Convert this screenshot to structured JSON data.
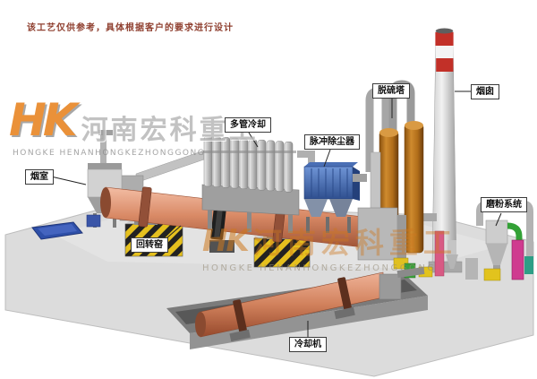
{
  "disclaimer": "该工艺仅供参考，具体根据客户的要求进行设计",
  "logo": {
    "monogram": "HK",
    "brand_cn": "河南宏科重工",
    "brand_en": "HONGKE HENANHONGKEZHONGGONG"
  },
  "watermark": {
    "monogram": "HK",
    "brand_cn": "河南宏科重工",
    "brand_en": "HONGKE HENANHONGKEZHONGGONG"
  },
  "labels": [
    {
      "id": "smoke-chamber",
      "text": "烟室"
    },
    {
      "id": "rotary-kiln",
      "text": "回转窑"
    },
    {
      "id": "multi-tube-cooling",
      "text": "多管冷却"
    },
    {
      "id": "pulse-dust-collector",
      "text": "脉冲除尘器"
    },
    {
      "id": "desulfurization-tower",
      "text": "脱硫塔"
    },
    {
      "id": "chimney",
      "text": "烟囱"
    },
    {
      "id": "grinding-system",
      "text": "磨粉系统"
    },
    {
      "id": "cooling-machine",
      "text": "冷却机"
    }
  ],
  "colors": {
    "kiln_body": "#d98a66",
    "dust_collector_blue": "#3f63a8",
    "tower_orange": "#b06d1a",
    "chimney_band_red": "#c23028",
    "hazard_yellow": "#e5c01e",
    "magenta_equipment": "#cf3b8f",
    "green_pipe": "#33a136",
    "ground_gray": "#dcdcdc",
    "watermark_orange": "#d2801e"
  }
}
